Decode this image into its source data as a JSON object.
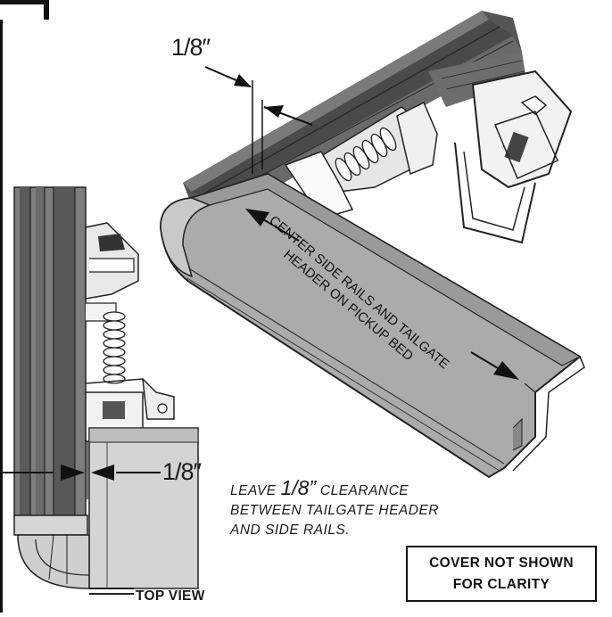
{
  "dimension_top": "1/8″",
  "dimension_side": "1/8″",
  "center_instruction": {
    "line1": "CENTER SIDE RAILS AND TAILGATE",
    "line2": "HEADER ON PICKUP BED"
  },
  "clearance_note": {
    "prefix": "LEAVE ",
    "value": "1/8”",
    "suffix": " CLEARANCE",
    "line2": "BETWEEN TAILGATE HEADER",
    "line3": "AND SIDE RAILS."
  },
  "cover_note": {
    "line1": "COVER NOT SHOWN",
    "line2": "FOR CLARITY"
  },
  "top_view_label": "TOP VIEW",
  "colors": {
    "rail_dark": "#4f4f4f",
    "rail_mid": "#8c8c8c",
    "header_fill": "#a9a9a9",
    "light_fill": "#d9d9d9",
    "line": "#1a1a1a"
  }
}
